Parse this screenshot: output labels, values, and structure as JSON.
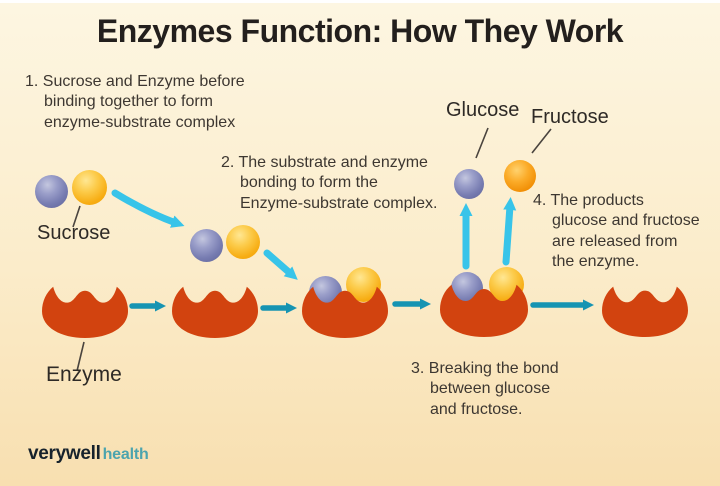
{
  "title": "Enzymes Function: How They Work",
  "steps": {
    "s1": "1. Sucrose and Enzyme before\nbinding together to form\nenzyme-substrate complex",
    "s2": "2. The substrate and enzyme\nbonding to form the\nEnzyme-substrate complex.",
    "s3": "3. Breaking the bond\nbetween glucose\nand fructose.",
    "s4": "4. The products\nglucose and fructose\nare released from\nthe enzyme."
  },
  "labels": {
    "sucrose": "Sucrose",
    "enzyme": "Enzyme",
    "glucose": "Glucose",
    "fructose": "Fructose"
  },
  "brand": {
    "name": "verywell",
    "suffix": "health"
  },
  "colors": {
    "bg-top": "#fdf6e2",
    "bg-mid": "#fbecca",
    "bg-bottom": "#f8dfb0",
    "enzyme-red": "#d2430f",
    "arrow-cyan": "#38c4e9",
    "arrow-teal": "#1694b2",
    "sphere-purple": "#787db3",
    "sphere-gold": "#f8b017",
    "sphere-orange": "#f2950a",
    "text-dark": "#3d3731",
    "title-dark": "#231f1d",
    "brand-navy": "#16222c",
    "brand-teal": "#4ba4ae",
    "pointer-line": "#4a443e"
  }
}
